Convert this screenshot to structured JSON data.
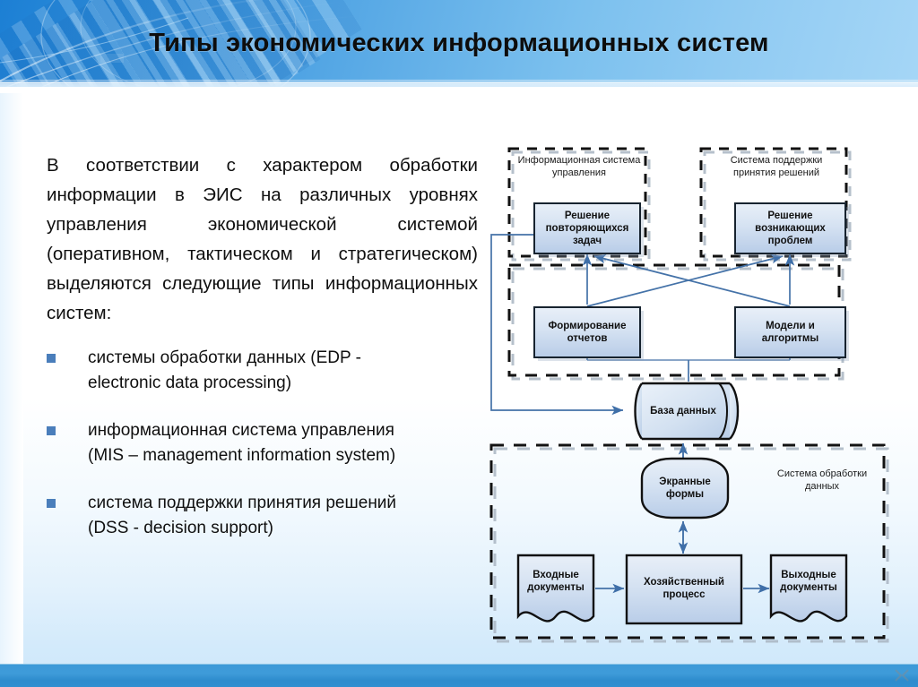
{
  "slide": {
    "title": "Типы экономических информационных систем",
    "accent_color": "#3d9ad8",
    "bullet_marker_color": "#4a7ebb",
    "node_fill_top": "#e8eff8",
    "node_fill_bottom": "#b9cde8",
    "node_border_color": "#17232f",
    "arrow_color": "#4472a8"
  },
  "lead_paragraph": "В соответствии с характером обработки информации в ЭИС на различных уровнях управления экономической системой (оперативном, тактическом и стратегическом) выделяются следующие типы информационных систем:",
  "bullets": [
    {
      "line1": "системы обработки данных (EDP -",
      "line2": "electronic data processing)"
    },
    {
      "line1": "информационная система управления",
      "line2": "(MIS – management information system)"
    },
    {
      "line1": "система поддержки принятия решений",
      "line2": "(DSS - decision support)"
    }
  ],
  "diagram": {
    "groups": {
      "mis": "Информационная система управления",
      "dss": "Система поддержки принятия решений",
      "dataproc": "Система обработки данных"
    },
    "nodes": {
      "repeat_tasks": "Решение повторяющихся задач",
      "emerging_problems": "Решение возникающих проблем",
      "reports": "Формирование отчетов",
      "models": "Модели и алгоритмы",
      "database": "База данных",
      "screen_forms": "Экранные формы",
      "input_docs": "Входные документы",
      "business_process": "Хозяйственный процесс",
      "output_docs": "Выходные документы"
    }
  }
}
